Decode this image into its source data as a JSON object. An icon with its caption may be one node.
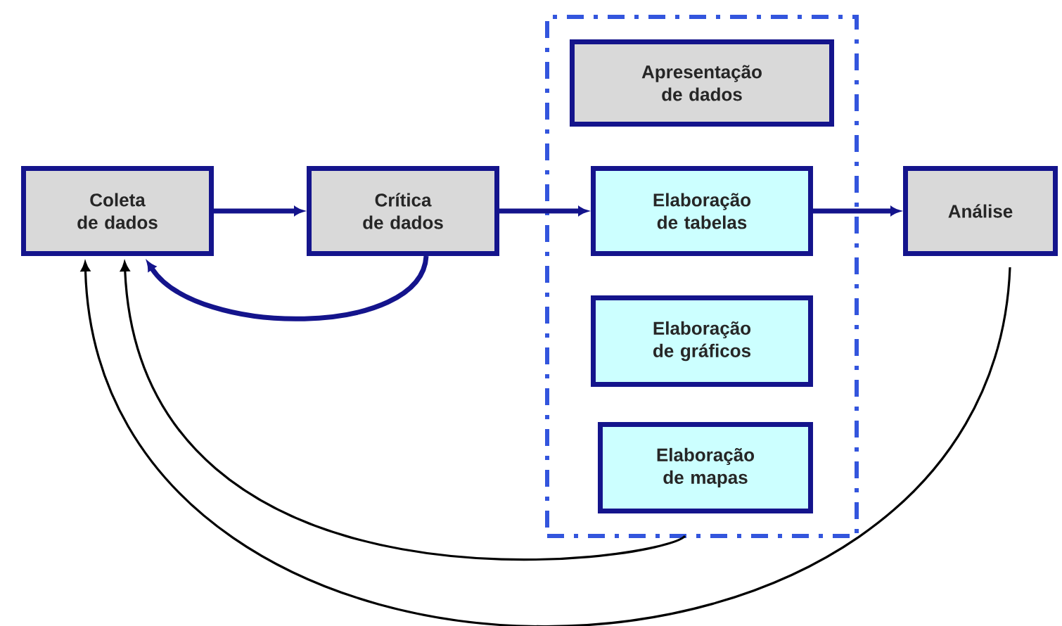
{
  "diagram": {
    "nodes": [
      {
        "text": [
          "Coleta de dados"
        ]
      },
      {
        "text": [
          "Crítica de dados"
        ]
      },
      {
        "text": [],
        "shape": "box"
      },
      {
        "text": [
          "Apresentação de dados"
        ],
        "in": 2
      },
      {
        "text": [
          "Elaboração de tabelas"
        ],
        "in": 2
      },
      {
        "text": [
          "Elaboração de gráficos"
        ],
        "in": 2
      },
      {
        "text": [
          "Elaboração de mapas"
        ],
        "in": 2
      },
      {
        "text": [
          "Análise"
        ]
      }
    ],
    "edges": [
      {
        "from": 0,
        "to": 1,
        "arrow": "to"
      },
      {
        "from": 1,
        "to": 4,
        "arrow": "to"
      },
      {
        "from": 4,
        "to": 7,
        "arrow": "to"
      },
      {
        "from": 1,
        "to": 0,
        "arrow": "to"
      },
      {
        "from": 2,
        "to": 0,
        "arrow": "to",
        "color": "#000000"
      },
      {
        "from": 7,
        "to": 0,
        "arrow": "to",
        "color": "#000000"
      }
    ]
  }
}
